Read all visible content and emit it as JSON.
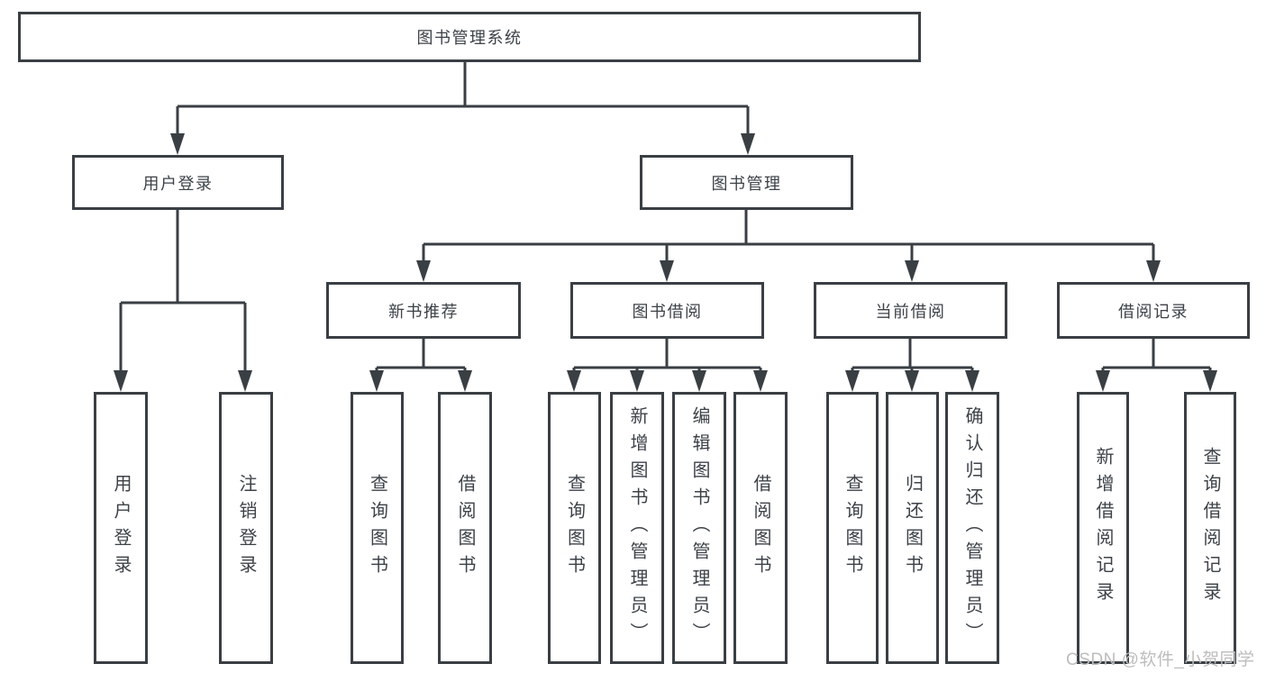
{
  "diagram": {
    "root": {
      "label": "图书管理系统"
    },
    "user_login": {
      "label": "用户登录",
      "children": [
        {
          "label": "用户登录"
        },
        {
          "label": "注销登录"
        }
      ]
    },
    "book_management": {
      "label": "图书管理",
      "sections": [
        {
          "label": "新书推荐",
          "children": [
            {
              "label": "查询图书"
            },
            {
              "label": "借阅图书"
            }
          ]
        },
        {
          "label": "图书借阅",
          "children": [
            {
              "label": "查询图书"
            },
            {
              "label": "新增图书（管理员）"
            },
            {
              "label": "编辑图书（管理员）"
            },
            {
              "label": "借阅图书"
            }
          ]
        },
        {
          "label": "当前借阅",
          "children": [
            {
              "label": "查询图书"
            },
            {
              "label": "归还图书"
            },
            {
              "label": "确认归还（管理员）"
            }
          ]
        },
        {
          "label": "借阅记录",
          "children": [
            {
              "label": "新增借阅记录"
            },
            {
              "label": "查询借阅记录"
            }
          ]
        }
      ]
    },
    "colors": {
      "line": "#3a3f44",
      "text": "#3d4248",
      "background": "#ffffff",
      "watermark": "#bdbdbd"
    }
  },
  "watermark": {
    "text": "CSDN @软件_小贺同学"
  }
}
